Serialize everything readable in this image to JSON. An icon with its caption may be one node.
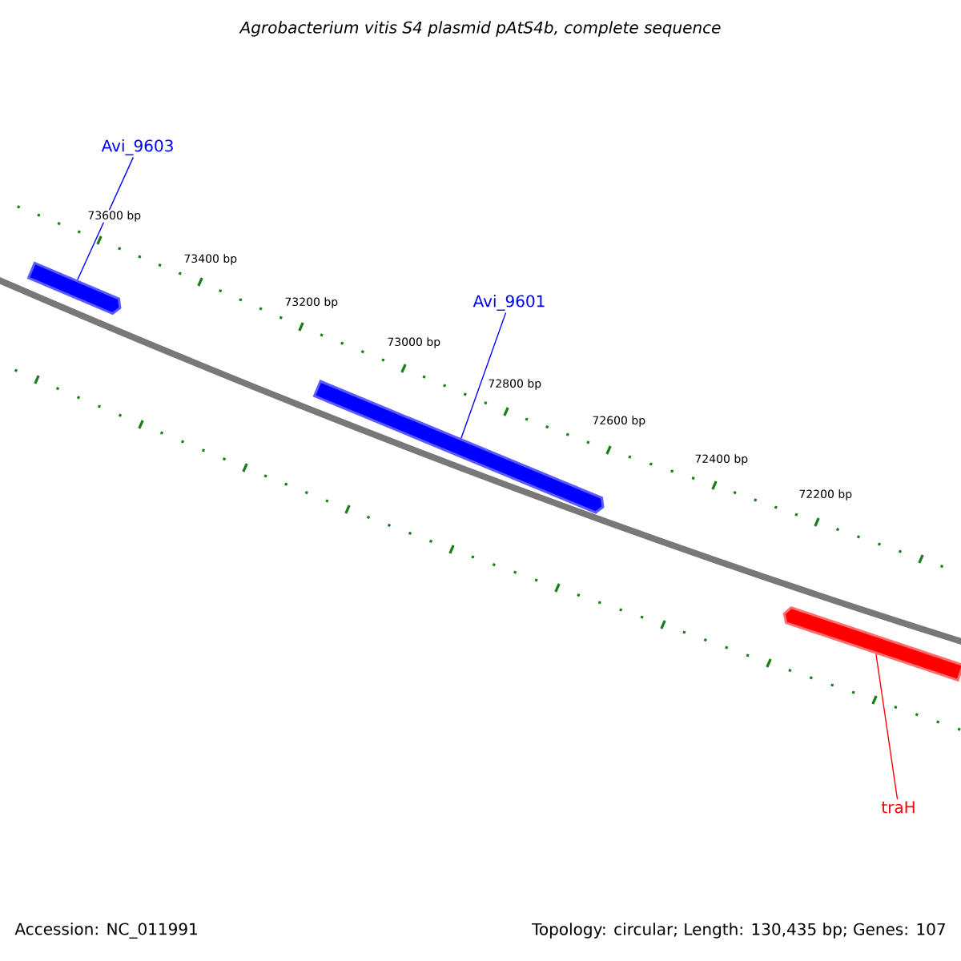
{
  "diagram": {
    "title": "Agrobacterium vitis S4 plasmid pAtS4b, complete sequence",
    "nodes": [
      {
        "text": [
          "Avi_9603"
        ]
      },
      {
        "text": [],
        "shape": "bar"
      },
      {
        "text": [
          "Avi_9601"
        ]
      },
      {
        "text": [],
        "shape": "bar"
      },
      {
        "text": [],
        "shape": "bar"
      },
      {
        "text": [
          "traH"
        ]
      }
    ],
    "edges": [
      {
        "from": 0,
        "to": 1,
        "arrow": "none"
      },
      {
        "from": 2,
        "to": 3,
        "arrow": "none"
      },
      {
        "from": 5,
        "to": 4,
        "arrow": "none",
        "color": "#ff0000"
      }
    ],
    "labels": [
      "73600 bp",
      "73400 bp",
      "73200 bp",
      "73000 bp",
      "72800 bp",
      "72600 bp",
      "72400 bp",
      "72200 bp",
      "Accession: NC_011991",
      "Topology: circular; Length: 130,435 bp; Genes: 107"
    ]
  }
}
